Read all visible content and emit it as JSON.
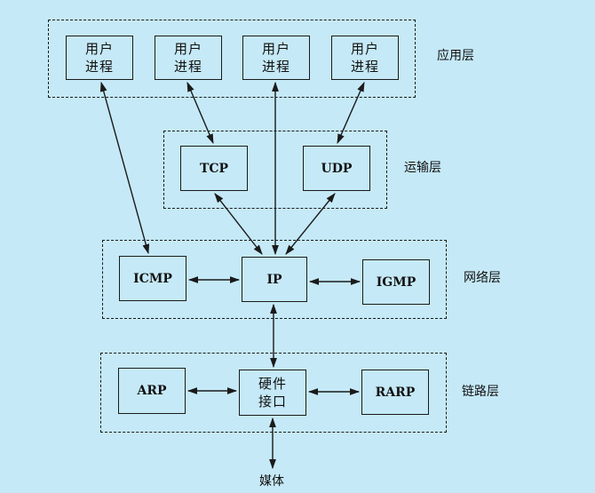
{
  "layers": {
    "application": "应用层",
    "transport": "运输层",
    "network": "网络层",
    "link": "链路层"
  },
  "nodes": {
    "process1": [
      "用户",
      "进程"
    ],
    "process2": [
      "用户",
      "进程"
    ],
    "process3": [
      "用户",
      "进程"
    ],
    "process4": [
      "用户",
      "进程"
    ],
    "tcp": "TCP",
    "udp": "UDP",
    "icmp": "ICMP",
    "ip": "IP",
    "igmp": "IGMP",
    "arp": "ARP",
    "hw": [
      "硬件",
      "接口"
    ],
    "rarp": "RARP"
  },
  "media": "媒体",
  "colors": {
    "background": "#c5e9f7",
    "line": "#1a1a1a"
  }
}
